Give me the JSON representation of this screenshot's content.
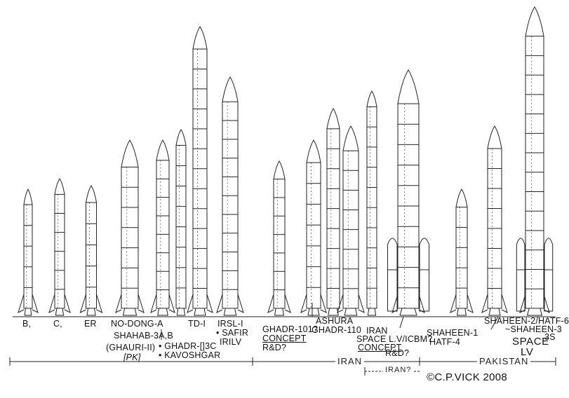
{
  "labels": {
    "b": "B,",
    "c": "C,",
    "er": "ER",
    "nodong": "NO-DONG-A",
    "shahab": "SHAHAB-3A,B",
    "ghauri": "(GHAURI-II)",
    "pk": "[PK]",
    "ghadr_3c": "• GHADR-[]3C",
    "kavoshgar": "• KAVOSHGAR",
    "td1": "TD-I",
    "irsl1": "IRSL-I",
    "safir": "• SAFIR",
    "irilv": "IRILV",
    "ghadr101": "GHADR-101?",
    "concept1": "CONCEPT",
    "rd1": "R&D?",
    "ashura": "ASHURA",
    "ghadr110": "GHADR-110",
    "iran_space": "IRAN",
    "space_lv": "SPACE L.V/ICBM?",
    "concept2": "CONCEPT",
    "rd2": "R&D?",
    "shaheen1": "SHAHEEN-1",
    "hatf4": "HATF-4",
    "shaheen2": "SHAHEEN-2/HATF-6",
    "shaheen3": "~SHAHEEN-3",
    "s3s": "3S",
    "space": "SPACE",
    "lv": "LV"
  },
  "regions": {
    "iran": "IRAN",
    "iran2": "IRAN?",
    "pakistan": "PAKISTAN"
  },
  "copyright": "©C.P.VICK 2008"
}
